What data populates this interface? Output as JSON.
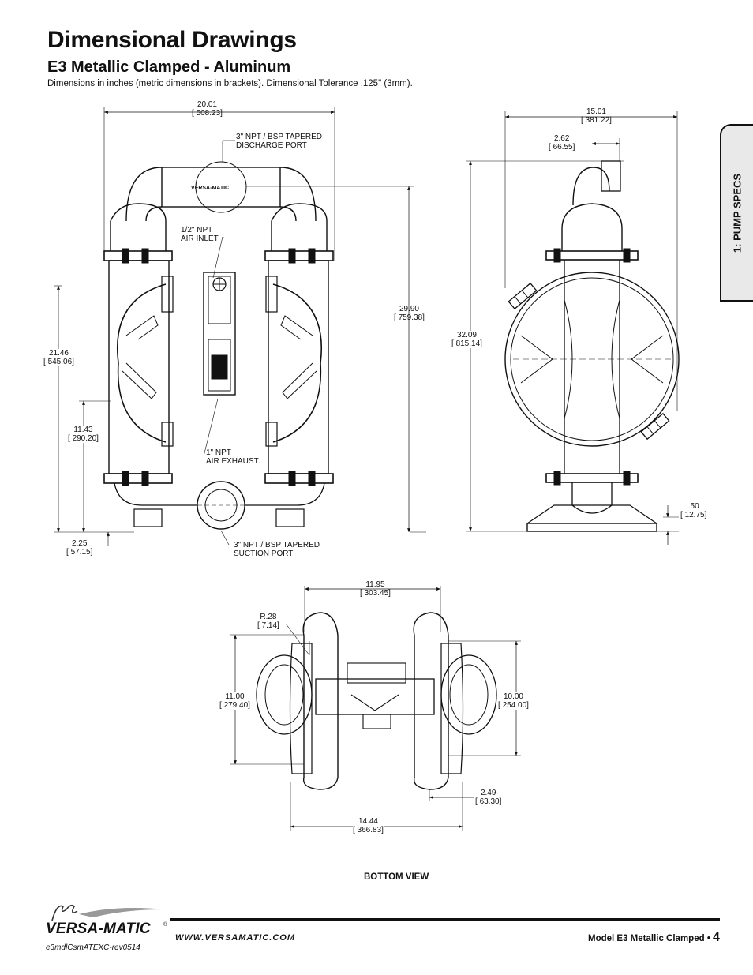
{
  "header": {
    "title": "Dimensional Drawings",
    "subtitle": "E3 Metallic Clamped - Aluminum",
    "intro": "Dimensions in inches (metric dimensions in brackets). Dimensional Tolerance .125\" (3mm)."
  },
  "side_tab": {
    "label": "1: PUMP SPECS"
  },
  "front_view": {
    "overall_width": {
      "in": "20.01",
      "mm": "508.23"
    },
    "overall_height_to_discharge": {
      "in": "29.90",
      "mm": "759.38"
    },
    "height_21": {
      "in": "21.46",
      "mm": "545.06"
    },
    "height_11": {
      "in": "11.43",
      "mm": "290.20"
    },
    "foot_offset": {
      "in": "2.25",
      "mm": "57.15"
    },
    "discharge_port": "3\" NPT / BSP TAPERED\nDISCHARGE PORT",
    "air_inlet": "1/2\" NPT\nAIR INLET",
    "air_exhaust": "1\" NPT\nAIR EXHAUST",
    "suction_port": "3\" NPT / BSP TAPERED\nSUCTION PORT",
    "brand_mark": "VERSA-MATIC"
  },
  "side_view": {
    "overall_depth": {
      "in": "15.01",
      "mm": "381.22"
    },
    "port_offset": {
      "in": "2.62",
      "mm": "66.55"
    },
    "overall_height": {
      "in": "32.09",
      "mm": "815.14"
    },
    "base_thickness": {
      "in": ".50",
      "mm": "12.75"
    }
  },
  "bottom_view": {
    "label": "BOTTOM VIEW",
    "mount_width": {
      "in": "11.95",
      "mm": "303.45"
    },
    "slot_radius": {
      "in": "R.28",
      "mm": "7.14"
    },
    "outer_depth": {
      "in": "11.00",
      "mm": "279.40"
    },
    "inner_depth": {
      "in": "10.00",
      "mm": "254.00"
    },
    "edge_offset": {
      "in": "2.49",
      "mm": "63.30"
    },
    "base_width": {
      "in": "14.44",
      "mm": "366.83"
    }
  },
  "footer": {
    "logo_text": "VERSA-MATIC",
    "registered": "®",
    "logo_mark": "VM",
    "doc_code": "e3mdlCsmATEXC-rev0514",
    "website": "WWW.VERSAMATIC.COM",
    "model_label": "Model E3 Metallic Clamped •",
    "page_number": "4"
  }
}
